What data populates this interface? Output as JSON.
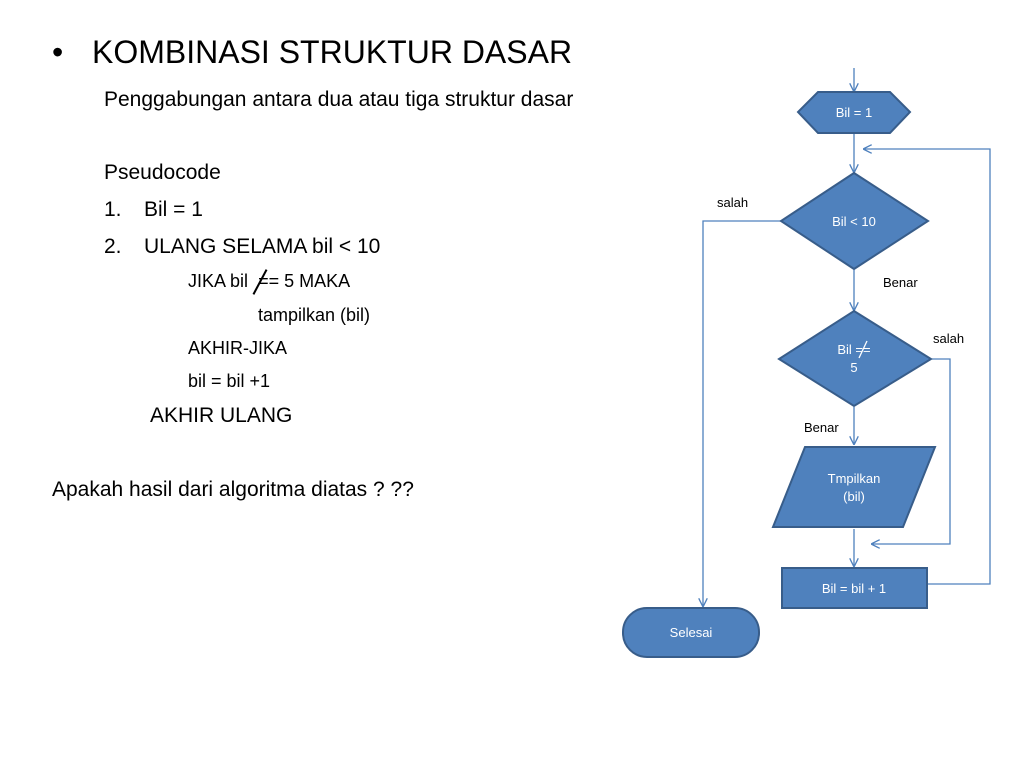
{
  "slide": {
    "bullet": "•",
    "title": "KOMBINASI STRUKTUR DASAR",
    "subtitle": "Penggabungan antara dua atau tiga struktur dasar",
    "pseudocode_heading": "Pseudocode",
    "steps": [
      {
        "num": "1.",
        "text": "Bil = 1"
      },
      {
        "num": "2.",
        "text": "ULANG SELAMA bil < 10"
      }
    ],
    "jika_prefix": "JIKA bil",
    "jika_op": "==",
    "jika_suffix": "5 MAKA",
    "tampilkan": "tampilkan (bil)",
    "akhir_jika": "AKHIR-JIKA",
    "increment": "bil = bil +1",
    "akhir_ulang": "AKHIR ULANG",
    "question": "Apakah hasil dari algoritma diatas ? ??"
  },
  "flowchart": {
    "colors": {
      "fill": "#4F81BD",
      "stroke": "#385D8A",
      "line": "#4F81BD"
    },
    "init": "Bil = 1",
    "cond_loop": "Bil < 10",
    "cond_check_line1": "Bil  ==",
    "cond_check_line2": "5",
    "output_line1": "Tmpilkan",
    "output_line2": "(bil)",
    "increment": "Bil = bil + 1",
    "end": "Selesai",
    "label_salah_loop": "salah",
    "label_benar_loop": "Benar",
    "label_salah_check": "salah",
    "label_benar_check": "Benar"
  }
}
